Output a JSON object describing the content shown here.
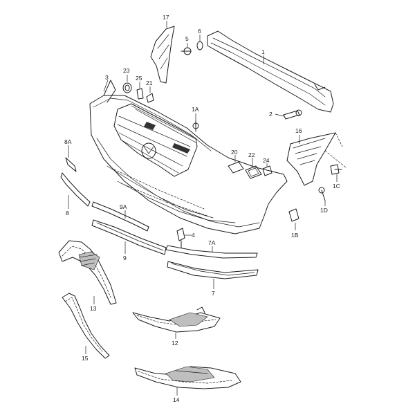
{
  "callouts": {
    "c1": "1",
    "c2": "2",
    "c3": "3",
    "c4": "4",
    "c5": "5",
    "c6": "6",
    "c7": "7",
    "c7a": "7A",
    "c8": "8",
    "c8a": "8A",
    "c9": "9",
    "c9a": "9A",
    "c12": "12",
    "c13": "13",
    "c14": "14",
    "c15": "15",
    "c16": "16",
    "c17": "17",
    "c20": "20",
    "c21": "21",
    "c22": "22",
    "c23": "23",
    "c24": "24",
    "c25": "25",
    "c1a": "1A",
    "c1b": "1B",
    "c1c": "1C",
    "c1d": "1D"
  }
}
